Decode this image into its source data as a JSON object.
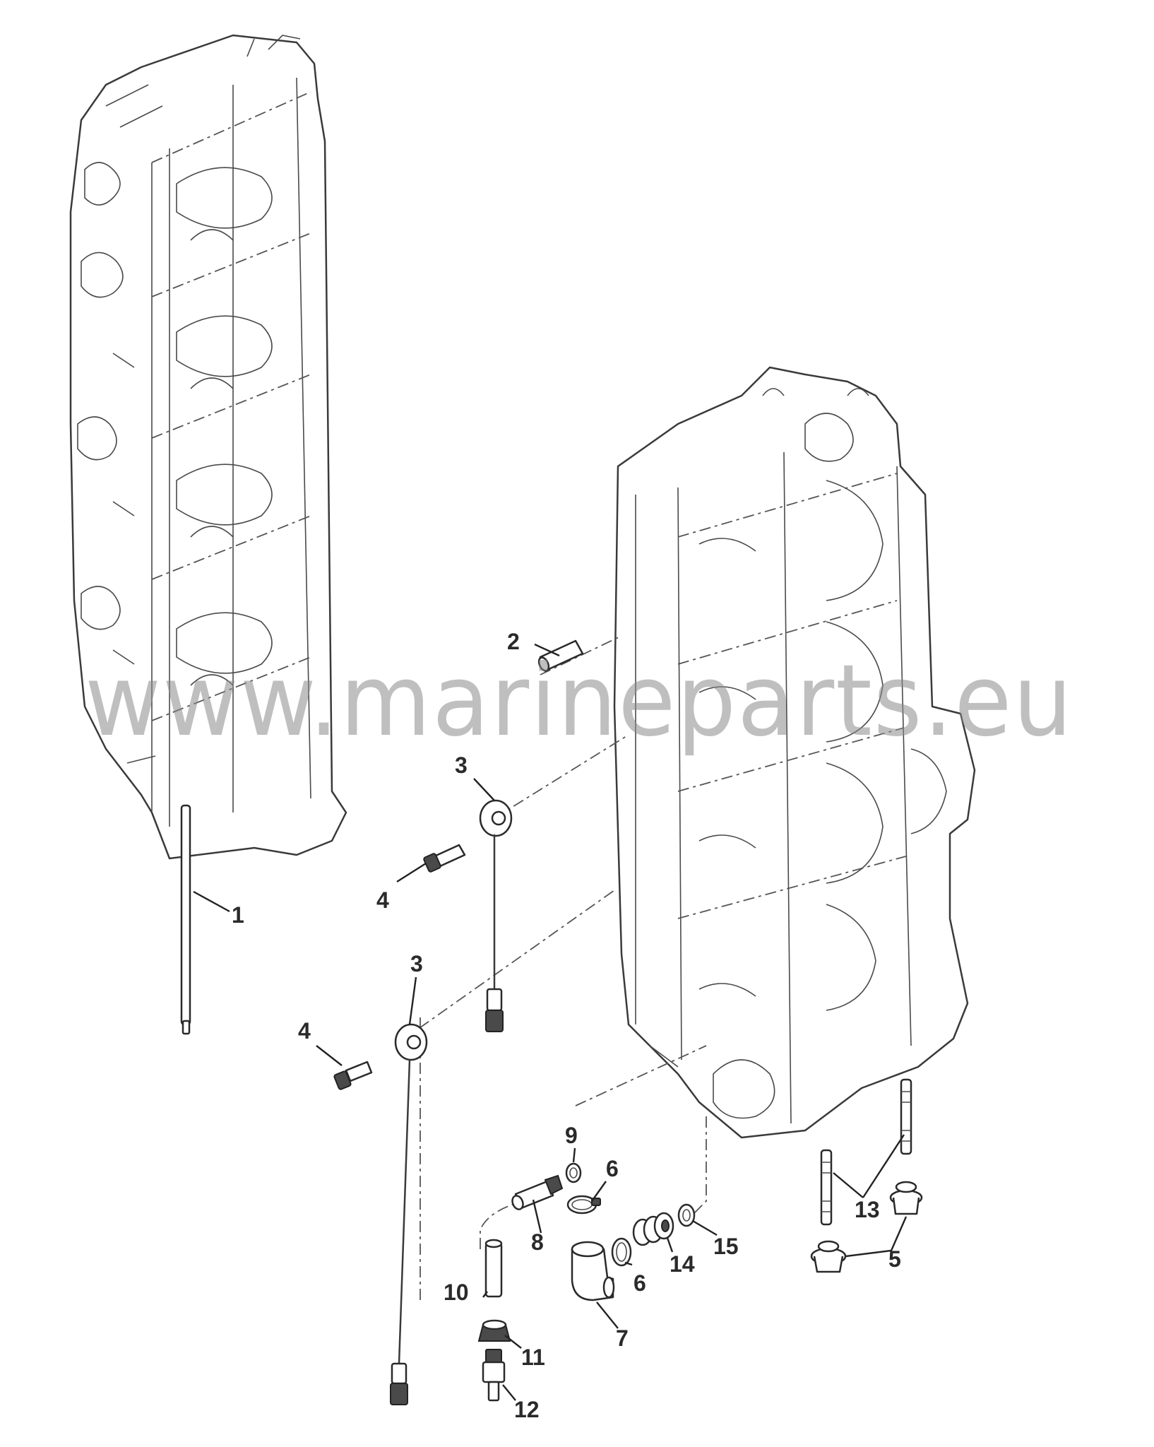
{
  "watermark": "www.marineparts.eu",
  "callouts": [
    "1",
    "2",
    "3",
    "3",
    "4",
    "4",
    "5",
    "6",
    "6",
    "7",
    "8",
    "9",
    "10",
    "11",
    "12",
    "13",
    "14",
    "15"
  ]
}
